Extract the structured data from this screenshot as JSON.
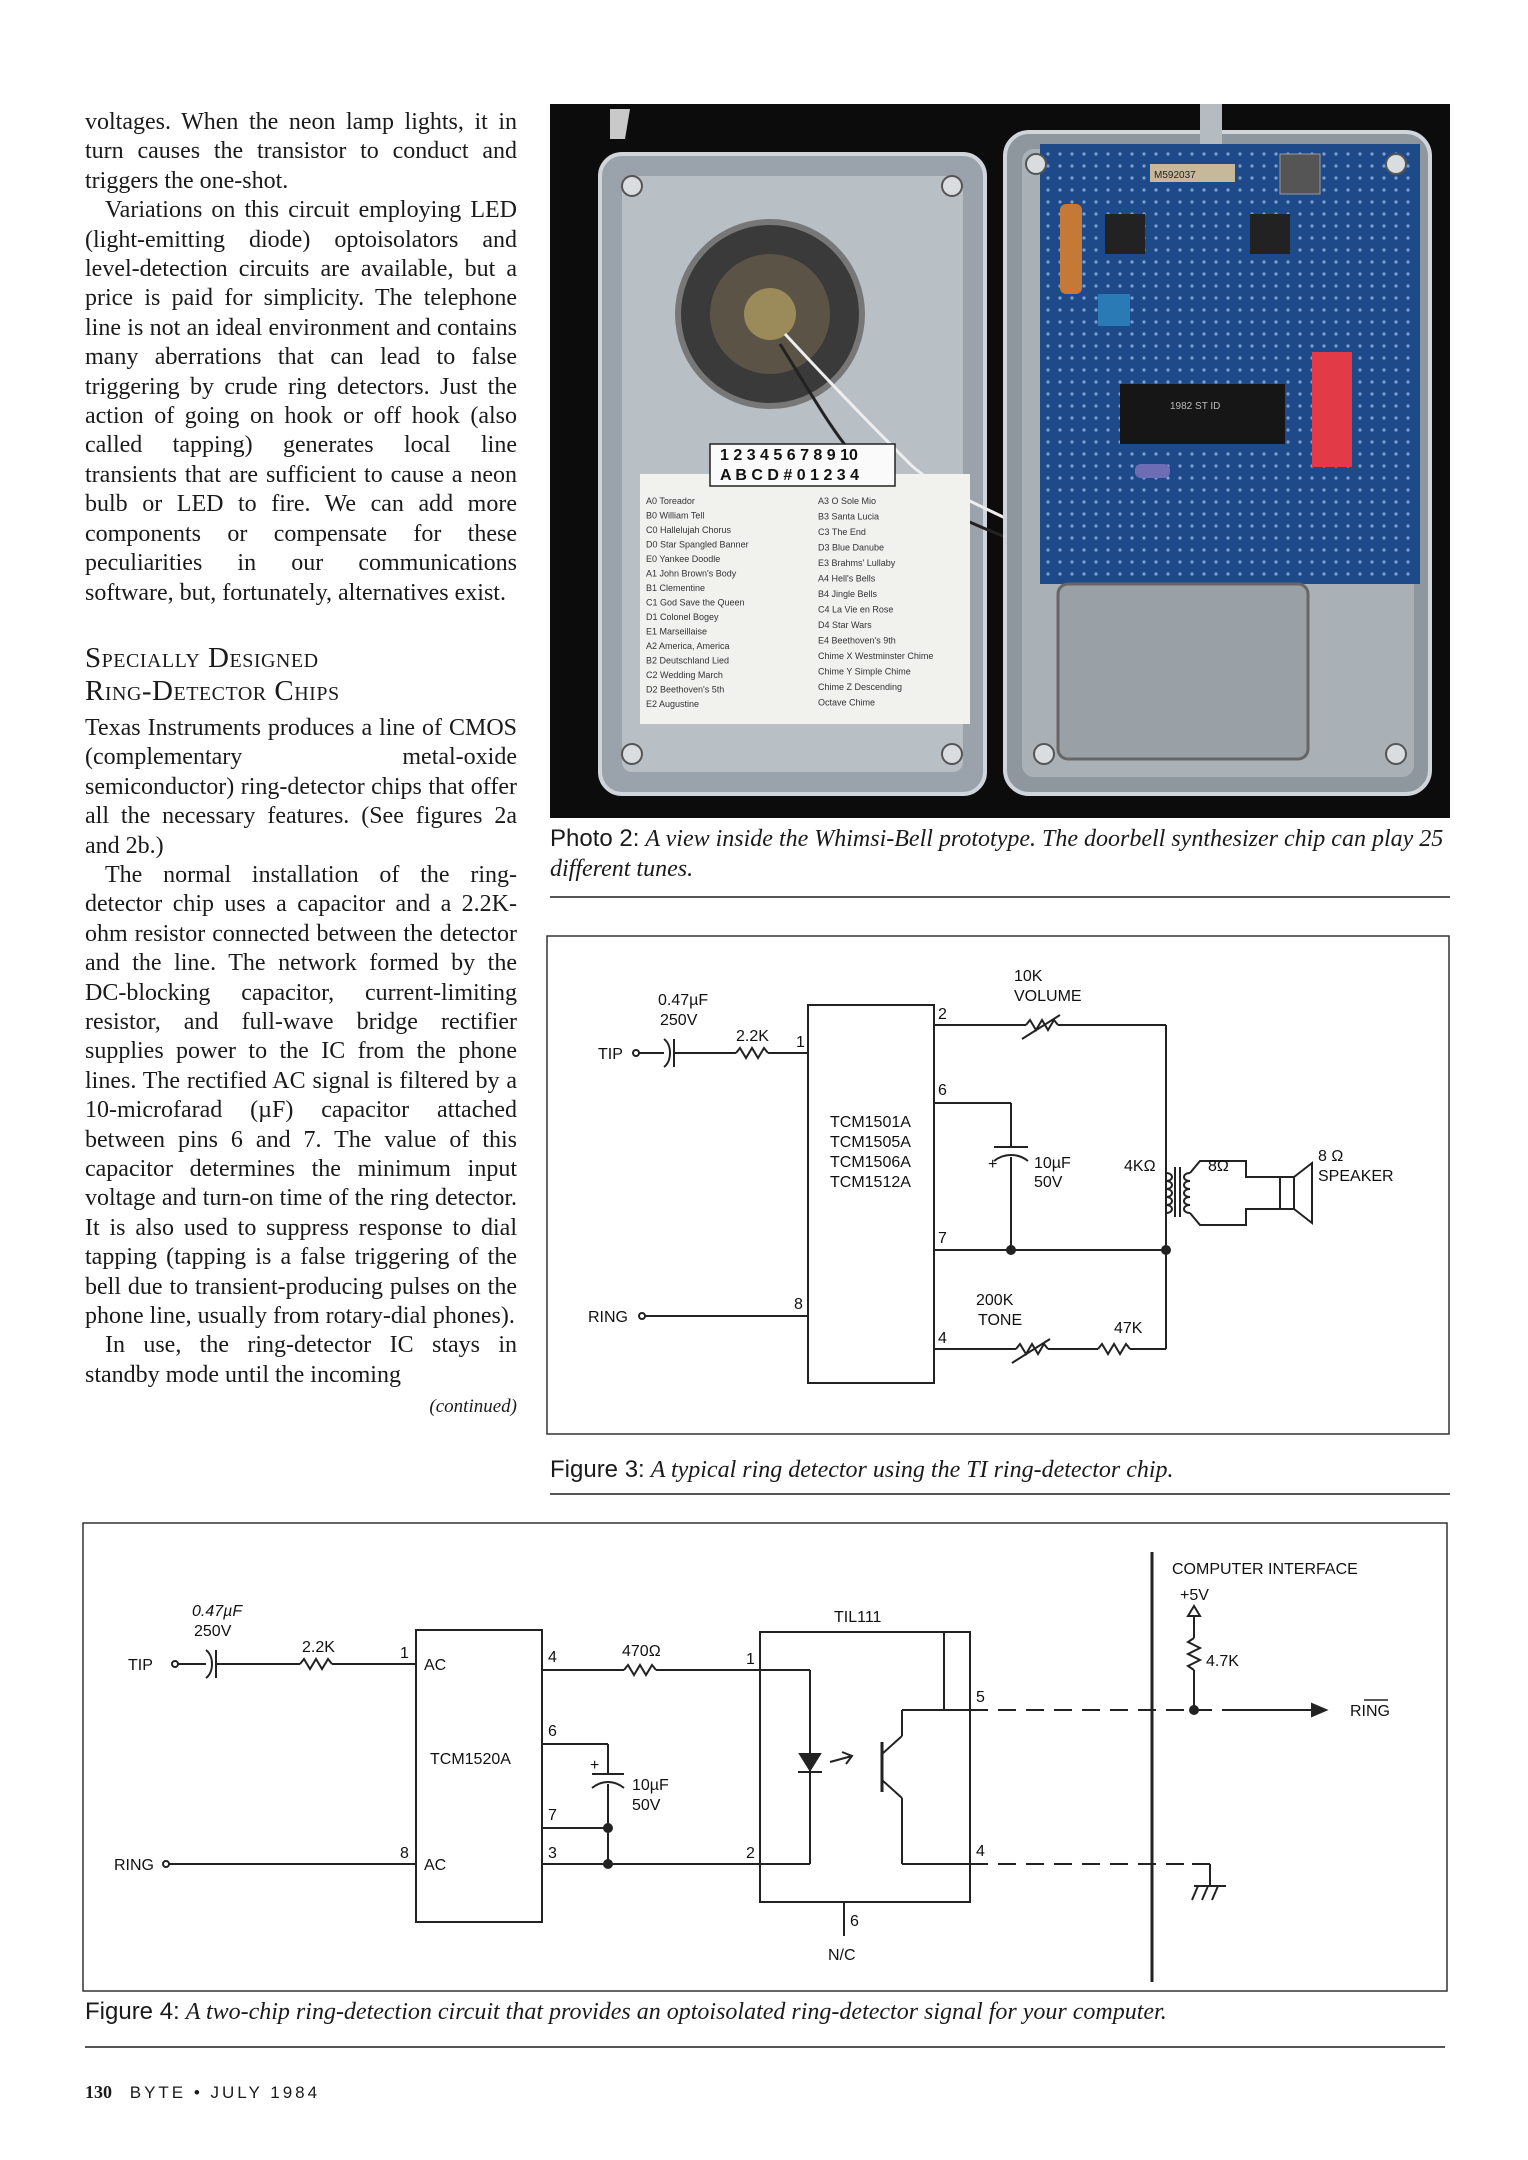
{
  "article": {
    "para1": "voltages. When the neon lamp lights, it in turn causes the transistor to conduct and triggers the one-shot.",
    "para2": "Variations on this circuit employing LED (light-emitting diode) optoisolators and level-detection circuits are available, but a price is paid for simplicity. The telephone line is not an ideal environment and contains many aberrations that can lead to false triggering by crude ring detectors. Just the action of going on hook or off hook (also called tapping) generates local line transients that are sufficient to cause a neon bulb or LED to fire. We can add more components or compensate for these peculiarities in our communications software, but, fortunately, alternatives exist.",
    "heading_line1": "Specially Designed",
    "heading_line2": "Ring-Detector Chips",
    "para3": "Texas Instruments produces a line of CMOS (complementary metal-oxide semiconductor) ring-detector chips that offer all the necessary features. (See figures 2a and 2b.)",
    "para4": "The normal installation of the ring-detector chip uses a capacitor and a 2.2K-ohm resistor connected between the detector and the line. The network formed by the DC-blocking capacitor, current-limiting resistor, and full-wave bridge rectifier supplies power to the IC from the phone lines. The rectified AC signal is filtered by a 10-microfarad (µF) capacitor attached between pins 6 and 7. The value of this capacitor determines the minimum input voltage and turn-on time of the ring detector. It is also used to suppress response to dial tapping (tapping is a false triggering of the bell due to transient-producing pulses on the phone line, usually from rotary-dial phones).",
    "para5": "In use, the ring-detector IC stays in standby mode until the incoming",
    "continued": "(continued)"
  },
  "photo": {
    "label_top1": "1 2 3 4 5 6 7 8 9 10",
    "label_top2": "A B C D # 0 1 2 3 4",
    "tunes_left": [
      "A0 Toreador",
      "B0 William Tell",
      "C0 Hallelujah Chorus",
      "D0 Star Spangled Banner",
      "E0 Yankee Doodle",
      "A1 John Brown's Body",
      "B1 Clementine",
      "C1 God Save the Queen",
      "D1 Colonel Bogey",
      "E1 Marseillaise",
      "A2 America, America",
      "B2 Deutschland Lied",
      "C2 Wedding March",
      "D2 Beethoven's 5th",
      "E2 Augustine"
    ],
    "tunes_right": [
      "A3 O Sole Mio",
      "B3 Santa Lucia",
      "C3 The End",
      "D3 Blue Danube",
      "E3 Brahms' Lullaby",
      "A4 Hell's Bells",
      "B4 Jingle Bells",
      "C4 La Vie en Rose",
      "D4 Star Wars",
      "E4 Beethoven's 9th",
      "Chime X Westminster Chime",
      "Chime Y Simple Chime",
      "Chime Z Descending",
      "Octave Chime"
    ],
    "pcb_label1": "M592037",
    "pcb_label2": "1982 ST ID"
  },
  "captions": {
    "photo_label": "Photo 2:",
    "photo_text": "A view inside the Whimsi-Bell prototype. The doorbell synthesizer chip can play 25 different tunes.",
    "fig3_label": "Figure 3:",
    "fig3_text": "A typical ring detector using the TI ring-detector chip.",
    "fig4_label": "Figure 4:",
    "fig4_text": "A two-chip ring-detection circuit that provides an optoisolated ring-detector signal for your computer."
  },
  "fig3": {
    "cap_value": "0.47µF",
    "cap_voltage": "250V",
    "res_value": "2.2K",
    "tip": "TIP",
    "ring": "RING",
    "pin1": "1",
    "pin2": "2",
    "pin6": "6",
    "pin7": "7",
    "pin8": "8",
    "pin4": "4",
    "chips": [
      "TCM1501A",
      "TCM1505A",
      "TCM1506A",
      "TCM1512A"
    ],
    "vol_value": "10K",
    "vol_label": "VOLUME",
    "cap2_value": "10µF",
    "cap2_voltage": "50V",
    "plus": "+",
    "xfmr_primary": "4KΩ",
    "xfmr_secondary": "8Ω",
    "spk_value": "8 Ω",
    "spk_label": "SPEAKER",
    "tone_value": "200K",
    "tone_label": "TONE",
    "res47": "47K"
  },
  "fig4": {
    "cap_value": "0.47µF",
    "cap_voltage": "250V",
    "res_value": "2.2K",
    "tip": "TIP",
    "ring": "RING",
    "chip": "TCM1520A",
    "ac1": "AC",
    "ac2": "AC",
    "pin1": "1",
    "pin8": "8",
    "pin4": "4",
    "pin6": "6",
    "pin7": "7",
    "pin3": "3",
    "res470": "470Ω",
    "cap2_value": "10µF",
    "cap2_voltage": "50V",
    "plus": "+",
    "opto": "TIL111",
    "opin1": "1",
    "opin2": "2",
    "opin5": "5",
    "opin4": "4",
    "opin6": "6",
    "nc": "N/C",
    "iface": "COMPUTER INTERFACE",
    "vcc": "+5V",
    "pullup": "4.7K",
    "out": "RING"
  },
  "footer": {
    "page": "130",
    "text": "BYTE • JULY 1984"
  }
}
